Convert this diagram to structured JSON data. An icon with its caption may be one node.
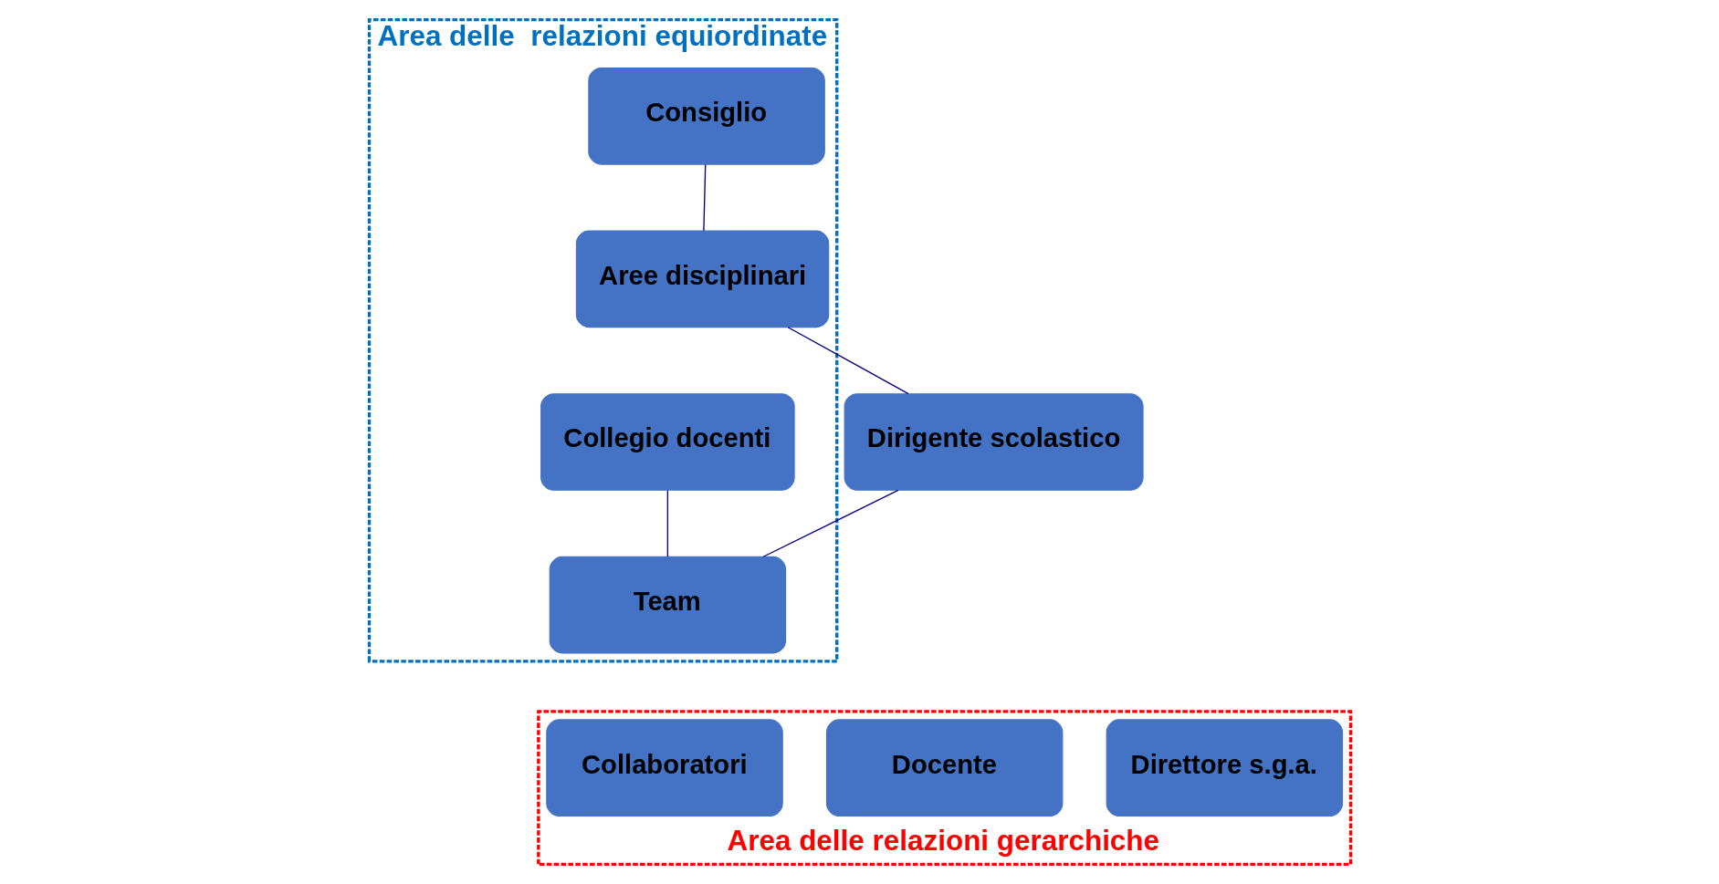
{
  "diagram": {
    "nodes": [
      {
        "text": [
          "Area delle  relazioni equiordinate"
        ]
      },
      {
        "text": [
          "Consiglio"
        ],
        "in": 0
      },
      {
        "text": [
          "Aree disciplinari"
        ],
        "in": 0
      },
      {
        "text": [
          "Dirigente scolastico"
        ]
      },
      {
        "text": [
          "Collegio docenti"
        ],
        "in": 0
      },
      {
        "text": [
          "Team"
        ],
        "in": 0
      },
      {
        "text": [
          "Area delle relazioni gerarchiche"
        ]
      },
      {
        "text": [
          "Direttore s.g.a."
        ],
        "in": 6
      },
      {
        "text": [
          "Docente"
        ],
        "in": 6
      },
      {
        "text": [
          "Collaboratori"
        ],
        "in": 6
      }
    ],
    "edges": [
      {
        "from": 1,
        "to": 2,
        "arrow": "none"
      },
      {
        "from": 2,
        "to": 3,
        "arrow": "none"
      },
      {
        "from": 3,
        "to": 5,
        "arrow": "none"
      },
      {
        "from": 4,
        "to": 5,
        "arrow": "none"
      }
    ]
  }
}
